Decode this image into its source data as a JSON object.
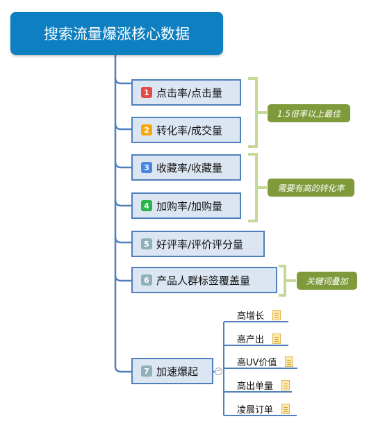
{
  "root": {
    "title": "搜索流量爆涨核心数据"
  },
  "branches": [
    {
      "num": "1",
      "label": "点击率/点击量",
      "color": "#e24b48"
    },
    {
      "num": "2",
      "label": "转化率/成交量",
      "color": "#f5a90f"
    },
    {
      "num": "3",
      "label": "收藏率/收藏量",
      "color": "#4b86e4"
    },
    {
      "num": "4",
      "label": "加购率/加购量",
      "color": "#27b84a"
    },
    {
      "num": "5",
      "label": "好评率/评价评分量",
      "color": "#8fb0b8"
    },
    {
      "num": "6",
      "label": "产品人群标签覆盖量",
      "color": "#8fb0b8"
    },
    {
      "num": "7",
      "label": "加速爆起",
      "color": "#8fb0b8"
    }
  ],
  "summaries": [
    {
      "text": "1.5倍率以上最佳"
    },
    {
      "text": "需要有高的转化率"
    },
    {
      "text": "关键词叠加"
    }
  ],
  "leaves": [
    {
      "label": "高增长",
      "icon": "document-icon"
    },
    {
      "label": "高产出",
      "icon": "document-icon"
    },
    {
      "label": "高UV价值",
      "icon": "document-icon"
    },
    {
      "label": "高出单量",
      "icon": "document-icon"
    },
    {
      "label": "凌晨订单",
      "icon": "document-icon"
    }
  ],
  "colors": {
    "root": "#0e7fc0",
    "node_fill": "#dce6f3",
    "node_border": "#4f7fbc",
    "connector": "#4f7fbc",
    "summary_fill": "#7f9a3a",
    "brace": "#c4d89a"
  }
}
